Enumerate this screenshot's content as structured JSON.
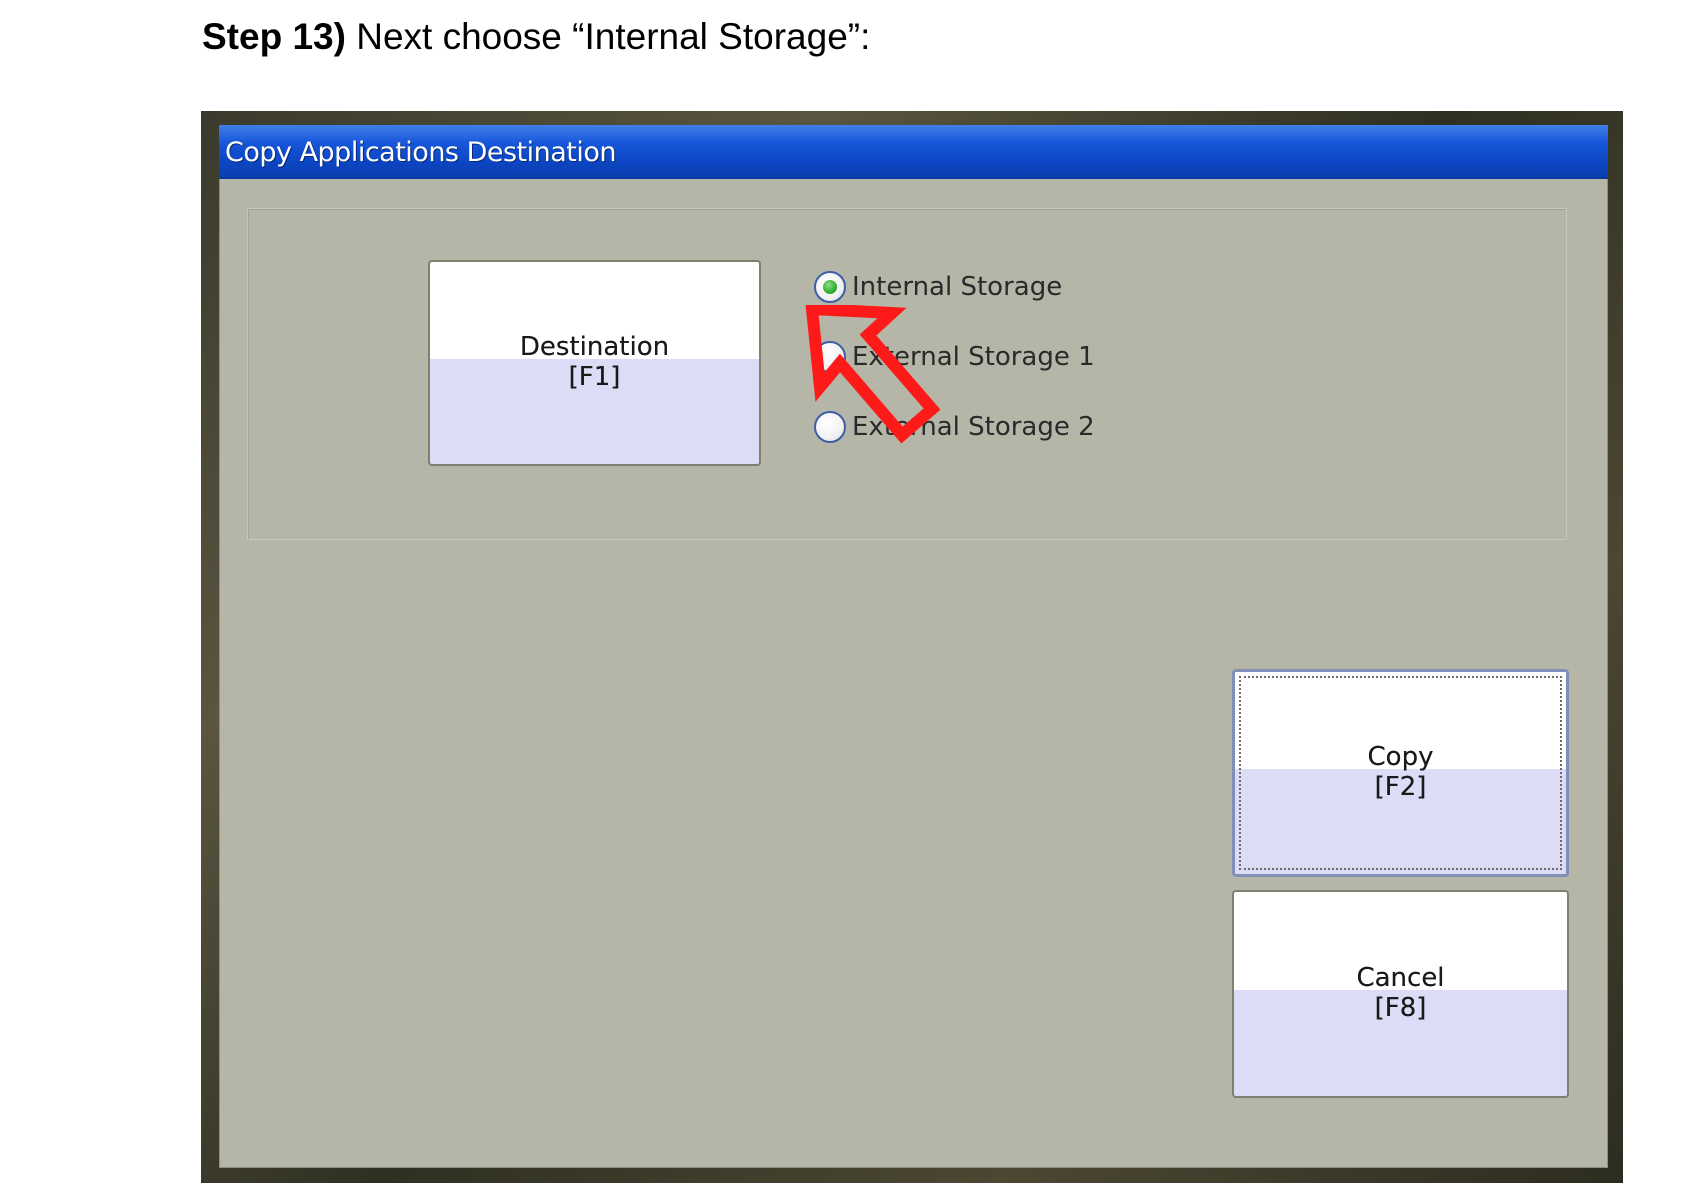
{
  "instruction": {
    "step": "Step 13)",
    "text": " Next choose “Internal Storage”:"
  },
  "dialog": {
    "title": "Copy Applications Destination",
    "destination_button": {
      "label": "Destination",
      "key": "[F1]"
    },
    "radio_options": [
      {
        "label": "Internal Storage",
        "selected": true
      },
      {
        "label": "External Storage 1",
        "selected": false
      },
      {
        "label": "External Storage 2",
        "selected": false
      }
    ],
    "copy_button": {
      "label": "Copy",
      "key": "[F2]"
    },
    "cancel_button": {
      "label": "Cancel",
      "key": "[F8]"
    }
  },
  "colors": {
    "titlebar": "#1656d9",
    "dialog_bg": "#b5b5a8",
    "button_lower": "#dcdcf6",
    "selected_dot": "#2fae2f",
    "annotation_arrow": "#ff1a1a"
  },
  "annotation": {
    "icon": "red-pointer-arrow-icon"
  }
}
